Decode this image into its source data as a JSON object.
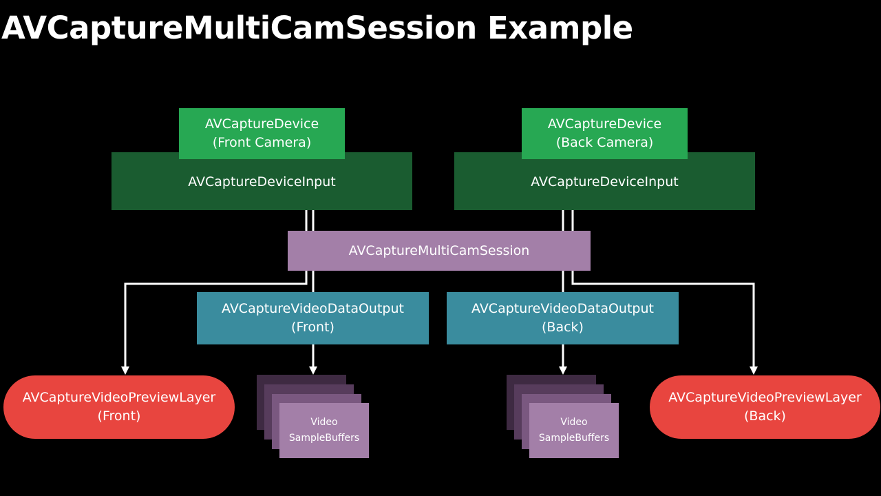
{
  "title": "AVCaptureMultiCamSession Example",
  "colors": {
    "background": "#000000",
    "device": "#27a853",
    "input": "#1a5c30",
    "session": "#a37fa8",
    "output": "#3a8c9e",
    "preview": "#e8453f",
    "line": "#ffffff"
  },
  "front": {
    "device": {
      "line1": "AVCaptureDevice",
      "line2": "(Front Camera)"
    },
    "input": "AVCaptureDeviceInput",
    "output": {
      "line1": "AVCaptureVideoDataOutput",
      "line2": "(Front)"
    },
    "preview": {
      "line1": "AVCaptureVideoPreviewLayer",
      "line2": "(Front)"
    },
    "buffers": {
      "line1": "Video",
      "line2": "SampleBuffers"
    }
  },
  "back": {
    "device": {
      "line1": "AVCaptureDevice",
      "line2": "(Back Camera)"
    },
    "input": "AVCaptureDeviceInput",
    "output": {
      "line1": "AVCaptureVideoDataOutput",
      "line2": "(Back)"
    },
    "preview": {
      "line1": "AVCaptureVideoPreviewLayer",
      "line2": "(Back)"
    },
    "buffers": {
      "line1": "Video",
      "line2": "SampleBuffers"
    }
  },
  "session": "AVCaptureMultiCamSession"
}
